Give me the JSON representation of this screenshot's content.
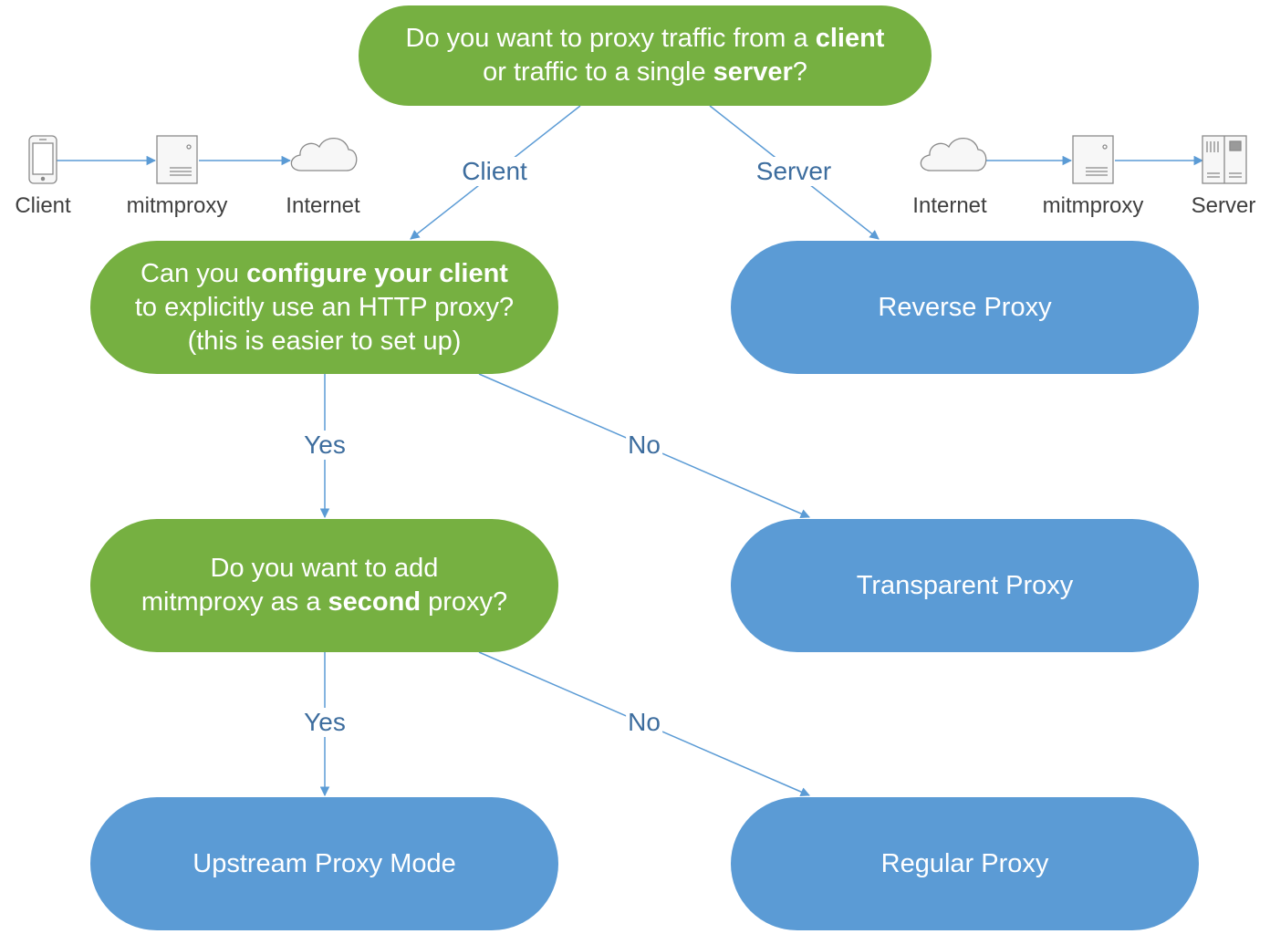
{
  "questions": {
    "q1": {
      "pre": "Do you want to proxy traffic from a ",
      "b1": "client",
      "mid": "or traffic to a single ",
      "b2": "server",
      "post": "?"
    },
    "q2": {
      "pre": "Can you ",
      "b1": "configure your client",
      "line2": "to explicitly use an HTTP proxy?",
      "line3": "(this is easier to set up)"
    },
    "q3": {
      "line1": "Do you want to add",
      "pre": "mitmproxy as a ",
      "b1": "second",
      "post": " proxy?"
    }
  },
  "results": {
    "reverse": "Reverse Proxy",
    "transparent": "Transparent Proxy",
    "upstream": "Upstream Proxy Mode",
    "regular": "Regular Proxy"
  },
  "edges": {
    "client": "Client",
    "server": "Server",
    "yes1": "Yes",
    "no1": "No",
    "yes2": "Yes",
    "no2": "No"
  },
  "client_scenario": {
    "client": "Client",
    "mitmproxy": "mitmproxy",
    "internet": "Internet",
    "icons": [
      "phone-icon",
      "server-box-icon",
      "cloud-icon"
    ]
  },
  "server_scenario": {
    "internet": "Internet",
    "mitmproxy": "mitmproxy",
    "server": "Server",
    "icons": [
      "cloud-icon",
      "server-box-icon",
      "server-rack-icon"
    ]
  },
  "colors": {
    "question": "#76b041",
    "result": "#5b9bd5",
    "edge": "#5b9bd5",
    "edge_label": "#3d6d9e"
  }
}
